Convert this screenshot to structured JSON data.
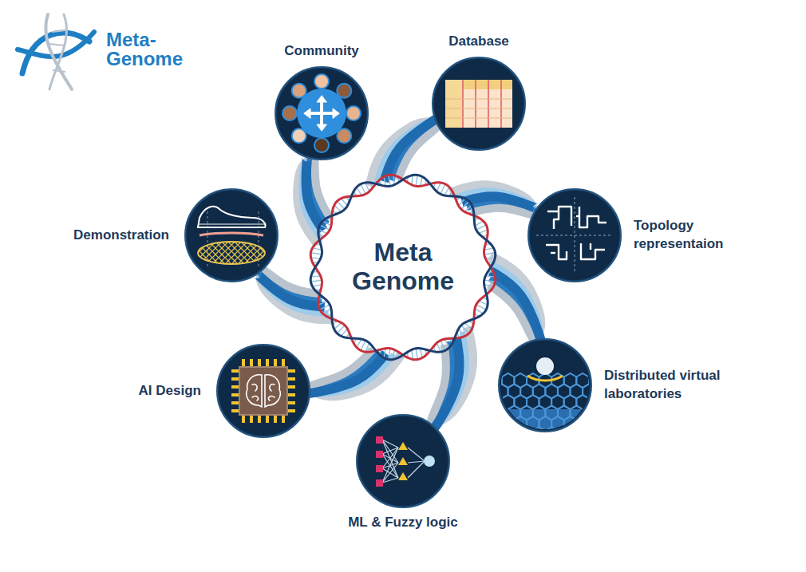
{
  "diagram": {
    "nodes": [
      {
        "text": [
          "Meta Genome"
        ]
      },
      {
        "text": [
          "Community"
        ]
      },
      {
        "text": [
          "Database"
        ]
      },
      {
        "text": [
          "Topology representaion"
        ]
      },
      {
        "text": [
          "Distributed virtual laboratories"
        ]
      },
      {
        "text": [
          "ML & Fuzzy logic"
        ]
      },
      {
        "text": [
          "AI Design"
        ]
      },
      {
        "text": [
          "Demonstration"
        ]
      }
    ],
    "edges": [
      {
        "from": 0,
        "to": 1,
        "arrow": "none"
      },
      {
        "from": 0,
        "to": 2,
        "arrow": "none"
      },
      {
        "from": 0,
        "to": 3,
        "arrow": "none"
      },
      {
        "from": 0,
        "to": 4,
        "arrow": "none"
      },
      {
        "from": 0,
        "to": 5,
        "arrow": "none"
      },
      {
        "from": 0,
        "to": 6,
        "arrow": "none"
      },
      {
        "from": 0,
        "to": 7,
        "arrow": "none"
      }
    ],
    "labels": [
      "Meta- Genome"
    ]
  }
}
